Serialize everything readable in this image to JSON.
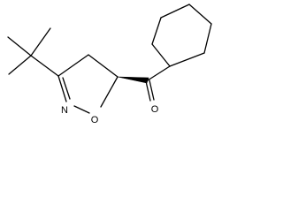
{
  "molecule": {
    "atoms": {
      "nitrogen": "N",
      "ring_oxygen": "O",
      "carbonyl_oxygen": "O"
    },
    "colors": {
      "bond": "#000000",
      "label": "#000000",
      "background": "#ffffff"
    }
  }
}
